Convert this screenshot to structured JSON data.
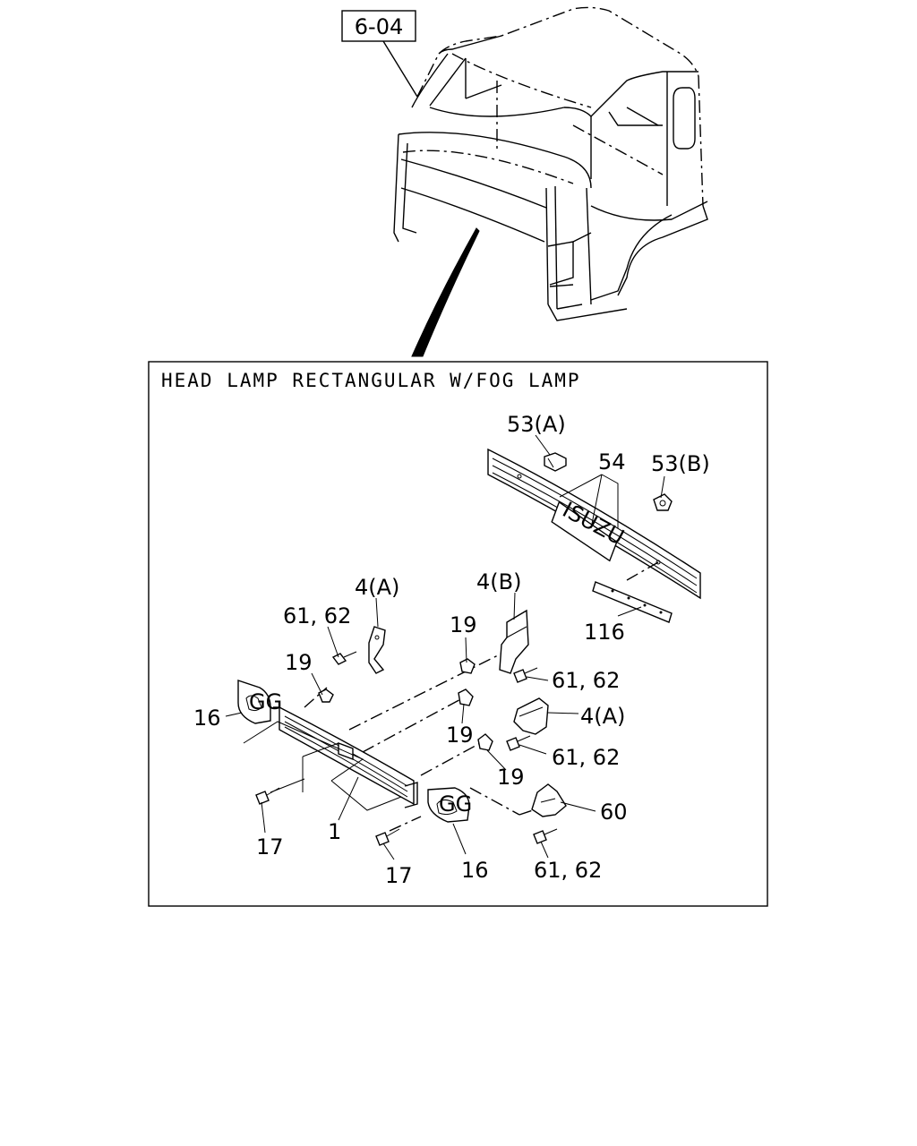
{
  "reference": "6-04",
  "section_title": "HEAD LAMP RECTANGULAR W/FOG LAMP",
  "brand_mark": "ISUZU",
  "callouts": {
    "c53a": "53(A)",
    "c54": "54",
    "c53b": "53(B)",
    "c116": "116",
    "c4b": "4(B)",
    "c4a_top": "4(A)",
    "c6162_a": "61, 62",
    "c19_a": "19",
    "c19_b": "19",
    "c6162_b": "61, 62",
    "c4a_right": "4(A)",
    "c16_left": "16",
    "c19_c": "19",
    "c6162_c": "61, 62",
    "c19_d": "19",
    "c60": "60",
    "c17_left": "17",
    "c1": "1",
    "c17_bottom": "17",
    "c16_bottom": "16",
    "c6162_d": "61, 62"
  }
}
